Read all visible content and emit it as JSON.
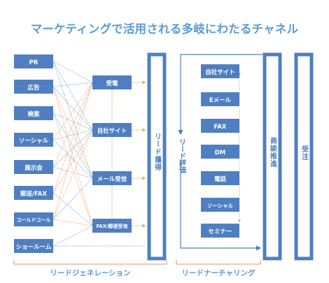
{
  "title": "マーケティングで活用される多岐にわたるチャネル",
  "sources": [
    "PR",
    "広告",
    "検索",
    "ソーシャル",
    "展示会",
    "郵送/FAX",
    "コールドコール",
    "ショールーム"
  ],
  "intake": [
    "受電",
    "自社サイト",
    "メール受信",
    "FAX/郵便受信"
  ],
  "lead_acquisition": "リード獲得",
  "lead_evaluation": "リード評価",
  "nurturing": [
    "自社サイト",
    "Eメール",
    "FAX",
    "DM",
    "電話",
    "ソーシャル",
    "セミナー"
  ],
  "business_promotion": "商談推進",
  "order": "受注",
  "sections": {
    "lead_generation": "リードジェネレーション",
    "lead_nurturing": "リードナーチャリング"
  },
  "colors": {
    "box": "#4f7fc0",
    "title": "#5b9bd5",
    "link_blue": "#5b9bd5",
    "link_orange": "#e8955b",
    "link_green": "#a7c66e"
  }
}
